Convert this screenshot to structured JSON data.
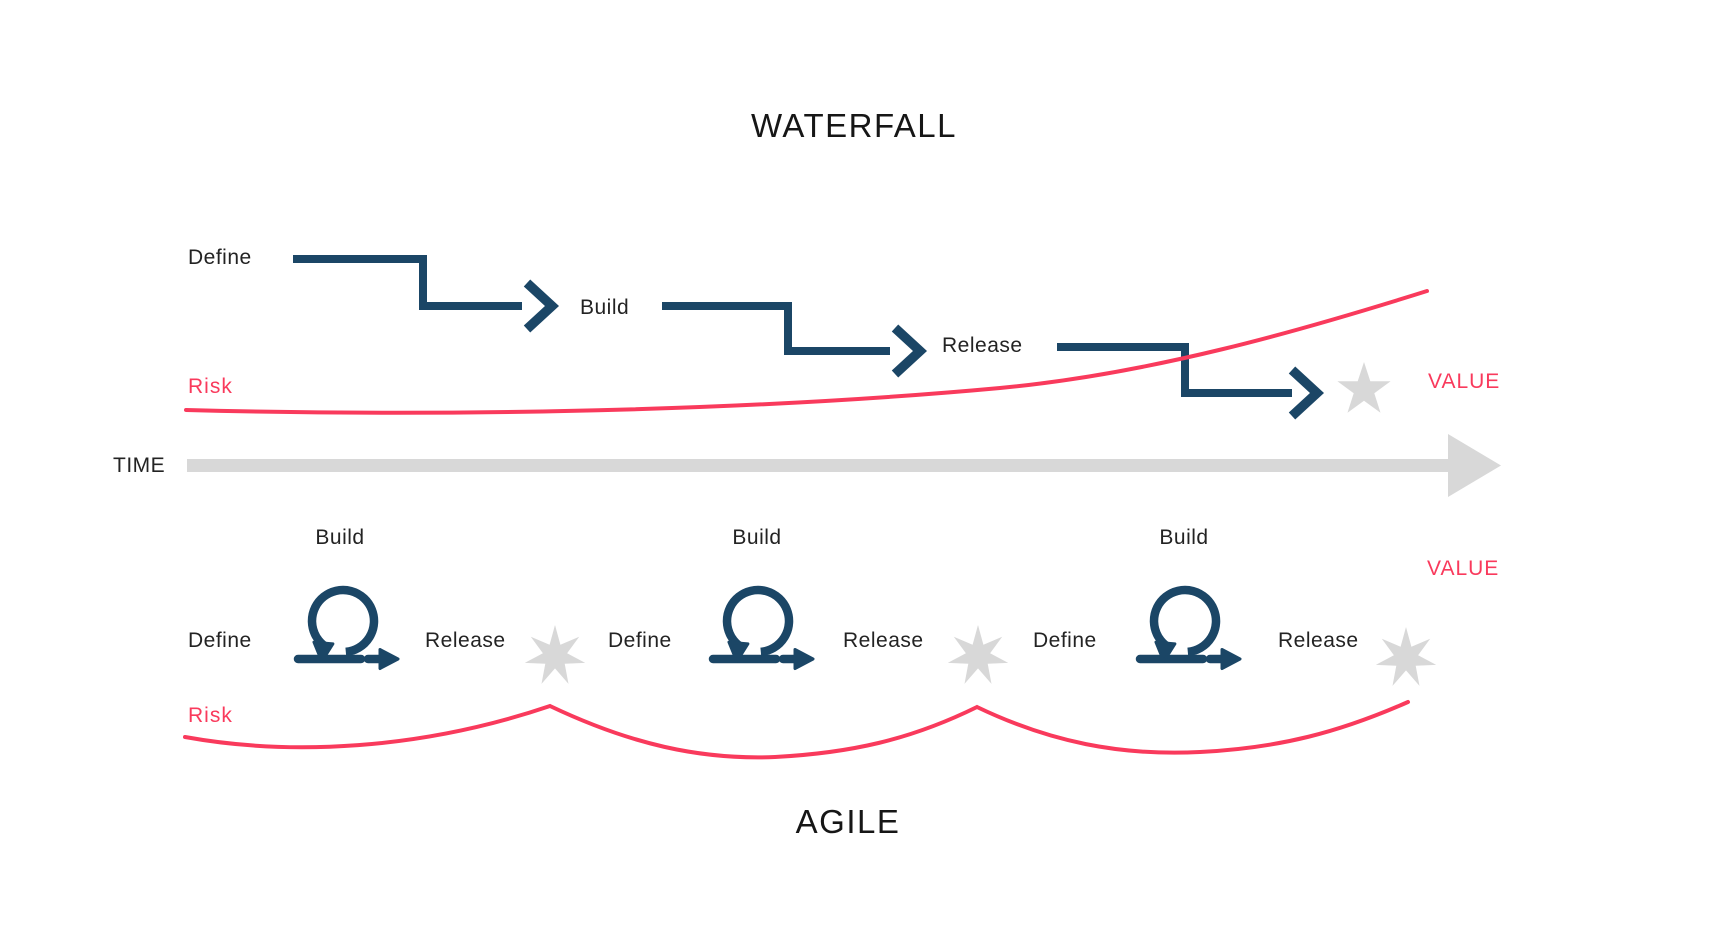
{
  "waterfall": {
    "title": "WATERFALL",
    "steps": [
      {
        "label": "Define"
      },
      {
        "label": "Build"
      },
      {
        "label": "Release"
      }
    ],
    "risk_label": "Risk",
    "value_label": "VALUE"
  },
  "time": {
    "label": "TIME"
  },
  "agile": {
    "title": "AGILE",
    "cycles": [
      {
        "define": "Define",
        "build": "Build",
        "release": "Release"
      },
      {
        "define": "Define",
        "build": "Build",
        "release": "Release"
      },
      {
        "define": "Define",
        "build": "Build",
        "release": "Release"
      }
    ],
    "risk_label": "Risk",
    "value_label": "VALUE"
  },
  "icons": {
    "waterfall_value_star": "star-icon",
    "agile_release_star": "starburst-icon",
    "sprint_loop": "sprint-loop-icon",
    "time_axis": "right-arrow-icon",
    "waterfall_step": "step-down-arrow-icon"
  },
  "colors": {
    "navy": "#1b4666",
    "pink": "#f93a5c",
    "gray": "#d8d8d8",
    "text": "#232323",
    "title": "#161616",
    "background": "#ffffff"
  }
}
